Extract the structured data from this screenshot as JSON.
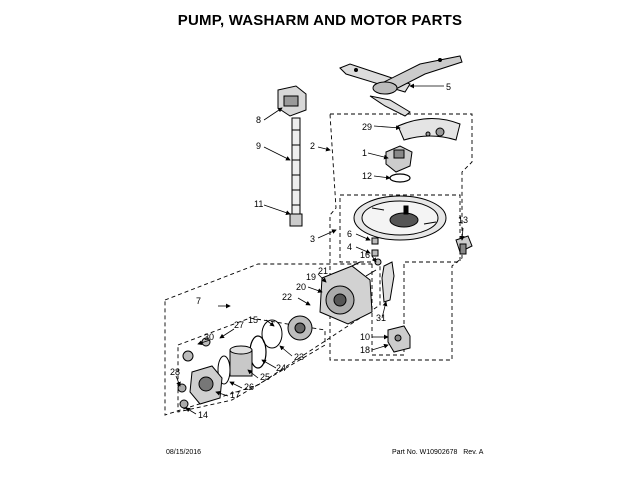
{
  "title": "PUMP, WASHARM AND MOTOR PARTS",
  "footer": {
    "date": "08/15/2016",
    "part_label": "Part No.",
    "part_number": "W10902678",
    "rev_label": "Rev.",
    "rev": "A"
  },
  "callouts": [
    "1",
    "2",
    "3",
    "4",
    "5",
    "6",
    "7",
    "8",
    "9",
    "10",
    "11",
    "12",
    "13",
    "14",
    "15",
    "16",
    "17",
    "18",
    "19",
    "20",
    "21",
    "22",
    "23",
    "24",
    "25",
    "26",
    "27",
    "28",
    "29",
    "30",
    "31"
  ]
}
